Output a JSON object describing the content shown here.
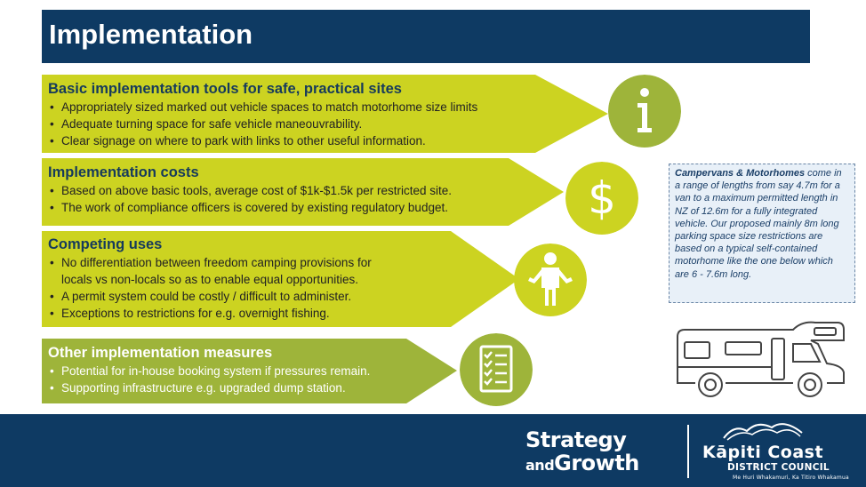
{
  "title": "Implementation",
  "colors": {
    "navy": "#0e3a63",
    "lime": "#ccd321",
    "olive": "#9eb43a",
    "info_bg": "#e8f0f8"
  },
  "sections": [
    {
      "heading": "Basic implementation tools for safe, practical sites",
      "bullets": [
        "Appropriately sized marked out vehicle spaces to match motorhome size limits",
        "Adequate turning space for safe vehicle maneouvrability.",
        "Clear signage on where to park with links to other useful information."
      ],
      "icon": "info-icon"
    },
    {
      "heading": "Implementation costs",
      "bullets": [
        "Based on above basic tools, average cost of $1k-$1.5k per restricted site.",
        "The work of compliance officers is covered by existing regulatory budget."
      ],
      "icon": "dollar-icon"
    },
    {
      "heading": "Competing uses",
      "bullets": [
        "No differentiation between freedom camping provisions for",
        "A permit system could be costly / difficult to administer.",
        "Exceptions to restrictions for e.g. overnight fishing."
      ],
      "bullet0_cont": "locals vs non-locals so as to enable equal opportunities.",
      "icon": "person-shrug-icon"
    },
    {
      "heading": "Other implementation measures",
      "bullets": [
        "Potential for in-house booking system if pressures remain.",
        "Supporting infrastructure e.g. upgraded dump station."
      ],
      "icon": "checklist-icon"
    }
  ],
  "info_box": {
    "bold": "Campervans & Motorhomes",
    "text": "come in a range of lengths from say 4.7m for a van to a maximum permitted length in NZ of 12.6m for a fully integrated vehicle. Our proposed mainly 8m long parking space size restrictions are based on a typical self-contained motorhome like the one below which are 6 - 7.6m long."
  },
  "footer": {
    "strategy_line1": "Strategy",
    "strategy_and": "and",
    "strategy_growth": "Growth",
    "council_name": "Kāpiti Coast",
    "council_sub": "DISTRICT COUNCIL",
    "council_motto": "Me Huri Whakamuri, Ka Titiro Whakamua"
  }
}
